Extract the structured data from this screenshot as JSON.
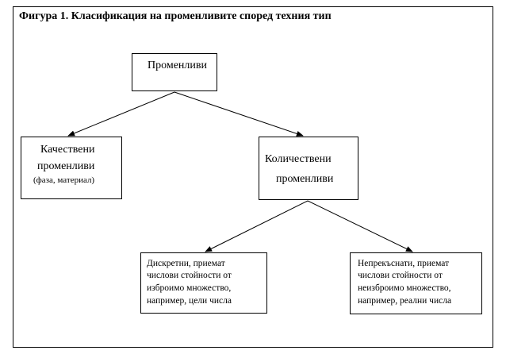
{
  "figure": {
    "title": "Фигура 1. Класификация на променливите според техния тип"
  },
  "nodes": {
    "root": {
      "label": "Променливи"
    },
    "qualitative": {
      "line1": "Качествени",
      "line2": "променливи",
      "example": "(фаза, материал)"
    },
    "quantitative": {
      "line1": "Количествени",
      "line2": "променливи"
    },
    "discrete": {
      "lines": [
        "Дискретни, приемат",
        "числови стойности от",
        "изброимо множество,",
        "например, цели числа"
      ]
    },
    "continuous": {
      "lines": [
        "Непрекъснати, приемат",
        "числови стойности от",
        "неизброимо множество,",
        "например, реални числа"
      ]
    }
  }
}
